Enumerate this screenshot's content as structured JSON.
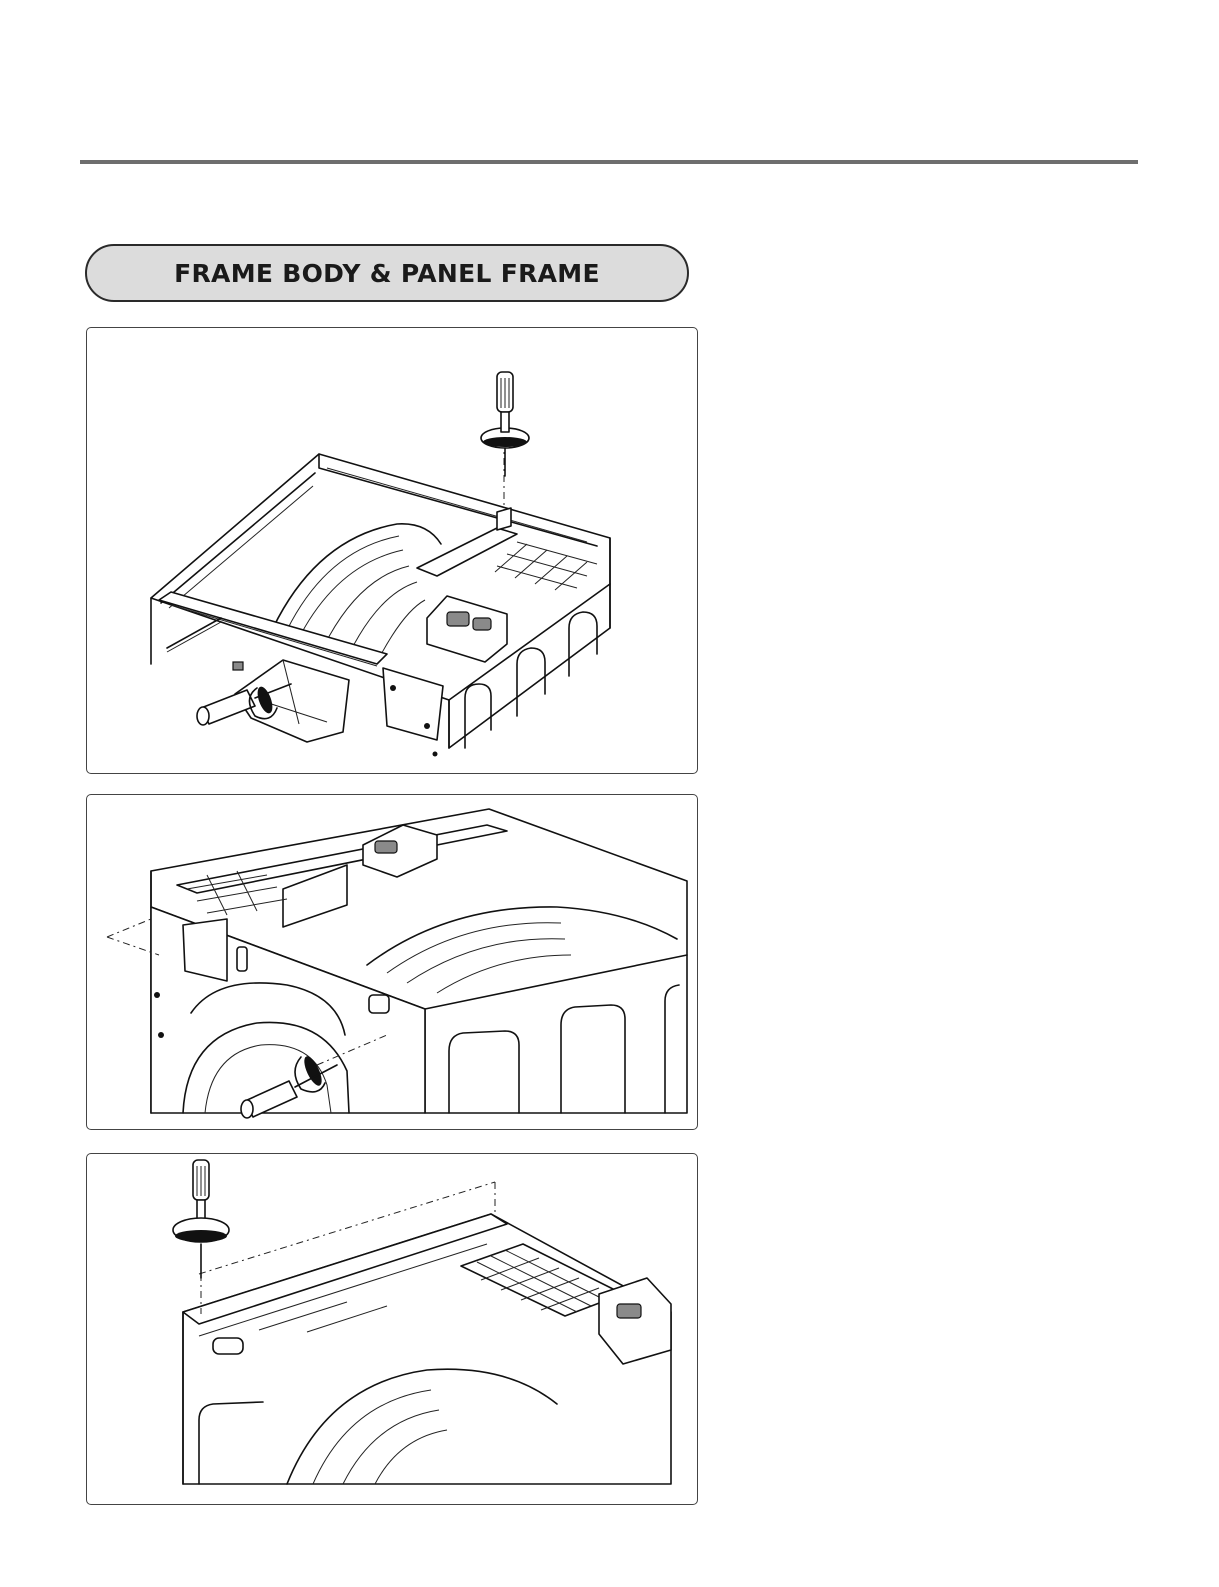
{
  "section": {
    "title": "FRAME BODY & PANEL FRAME"
  },
  "figures": [
    {
      "icon": "dryer-top-frame-removal-illustration"
    },
    {
      "icon": "dryer-front-frame-screw-illustration"
    },
    {
      "icon": "dryer-rear-frame-screw-illustration"
    }
  ],
  "colors": {
    "rule": "#6e6e6e",
    "title_fill": "#dcdcdc",
    "outline": "#111111"
  }
}
